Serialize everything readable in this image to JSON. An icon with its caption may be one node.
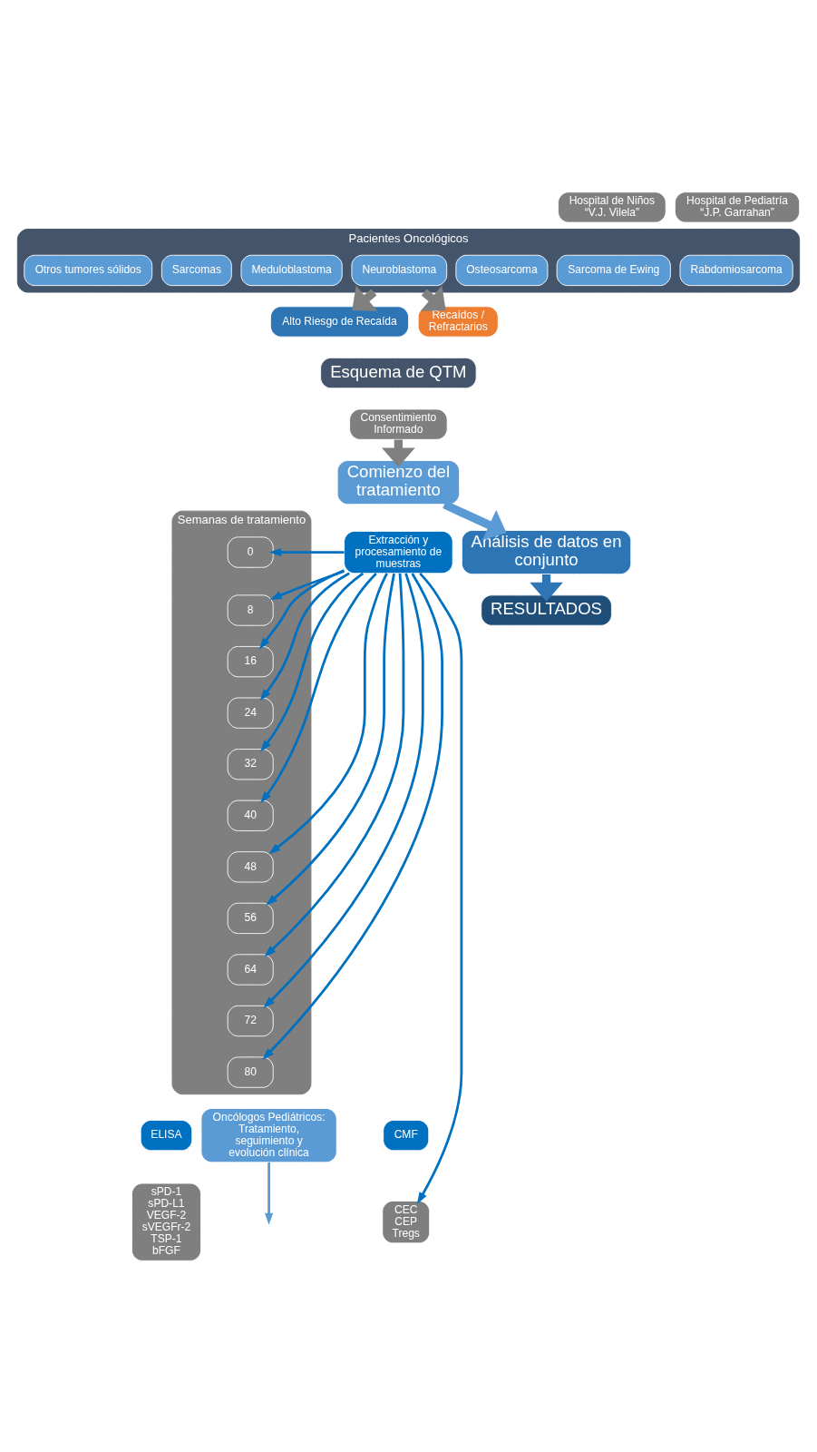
{
  "diagram": {
    "nodes": [
      {
        "text": [
          "Hospital de Niños “V.J. Vilela”"
        ]
      },
      {
        "text": [
          "Hospital de Pediatría “J.P. Garrahan”"
        ]
      },
      {
        "text": [
          "Pacientes Oncológicos"
        ]
      },
      {
        "text": [
          "Sarcoma de Ewing"
        ],
        "in": 2
      },
      {
        "text": [
          "Rabdomiosarcoma"
        ],
        "in": 2
      },
      {
        "text": [
          "Osteosarcoma"
        ],
        "in": 2
      },
      {
        "text": [
          "Neuroblastoma"
        ],
        "in": 2
      },
      {
        "text": [
          "Meduloblastoma"
        ],
        "in": 2
      },
      {
        "text": [
          "Sarcomas"
        ],
        "in": 2
      },
      {
        "text": [
          "Otros tumores sólidos"
        ],
        "in": 2
      },
      {
        "text": [
          "Alto Riesgo de Recaída"
        ]
      },
      {
        "text": [
          "Recaídos / Refractarios"
        ]
      },
      {
        "text": [
          "Esquema de QTM"
        ]
      },
      {
        "text": [
          "Consentimiento Informado"
        ]
      },
      {
        "text": [
          "Comienzo del tratamiento"
        ]
      },
      {
        "text": [
          "Semanas de tratamiento"
        ]
      },
      {
        "text": [
          "0"
        ],
        "in": 15
      },
      {
        "text": [
          "8"
        ],
        "in": 15
      },
      {
        "text": [
          "16"
        ],
        "in": 15
      },
      {
        "text": [
          "24"
        ],
        "in": 15
      },
      {
        "text": [
          "32"
        ],
        "in": 15
      },
      {
        "text": [
          "40"
        ],
        "in": 15
      },
      {
        "text": [
          "48"
        ],
        "in": 15
      },
      {
        "text": [
          "56"
        ],
        "in": 15
      },
      {
        "text": [
          "64"
        ],
        "in": 15
      },
      {
        "text": [
          "72"
        ],
        "in": 15
      },
      {
        "text": [
          "80"
        ],
        "in": 15
      },
      {
        "text": [
          "Extracción y procesamiento de muestras"
        ]
      },
      {
        "text": [
          "CMF"
        ]
      },
      {
        "text": [
          "CEC",
          "CEP",
          "Tregs"
        ]
      },
      {
        "text": [
          "ELISA"
        ]
      },
      {
        "text": [
          "sPD-1",
          "sPD-L1",
          "VEGF-2",
          "sVEGFr-2",
          "TSP-1",
          "bFGF"
        ]
      },
      {
        "text": [
          "Oncólogos Pediátricos: Tratamiento, seguimiento y evolución clínica"
        ]
      },
      {
        "text": [
          "Análisis de datos en conjunto"
        ]
      },
      {
        "text": [
          "RESULTADOS"
        ]
      }
    ],
    "edges": [
      {
        "from": 2,
        "to": 10,
        "arrow": "to",
        "style": "thick",
        "color": "#808080"
      },
      {
        "from": 2,
        "to": 11,
        "arrow": "to",
        "style": "thick",
        "color": "#808080"
      },
      {
        "from": 13,
        "to": 14,
        "arrow": "to",
        "style": "thick",
        "color": "#808080"
      },
      {
        "from": 14,
        "to": 33,
        "arrow": "to",
        "style": "thick",
        "color": "#5b9bd5"
      },
      {
        "from": 27,
        "to": 16,
        "arrow": "to"
      },
      {
        "from": 27,
        "to": 17,
        "arrow": "to"
      },
      {
        "from": 27,
        "to": 18,
        "arrow": "to"
      },
      {
        "from": 27,
        "to": 19,
        "arrow": "to"
      },
      {
        "from": 27,
        "to": 20,
        "arrow": "to"
      },
      {
        "from": 27,
        "to": 21,
        "arrow": "to"
      },
      {
        "from": 27,
        "to": 22,
        "arrow": "to"
      },
      {
        "from": 27,
        "to": 23,
        "arrow": "to"
      },
      {
        "from": 27,
        "to": 24,
        "arrow": "to"
      },
      {
        "from": 27,
        "to": 25,
        "arrow": "to"
      },
      {
        "from": 27,
        "to": 26,
        "arrow": "to"
      },
      {
        "from": 27,
        "to": 29,
        "arrow": "to"
      },
      {
        "from": 32,
        "to": null,
        "arrow": "to",
        "color": "#5b9bd5"
      },
      {
        "from": 33,
        "to": 34,
        "arrow": "to",
        "style": "thick",
        "color": "#2e75b6"
      }
    ]
  }
}
